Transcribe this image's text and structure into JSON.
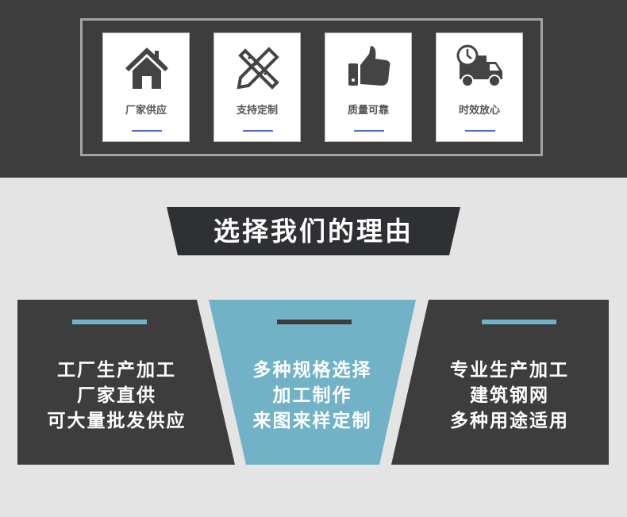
{
  "features": [
    {
      "icon": "house-icon",
      "label": "厂家供应"
    },
    {
      "icon": "ruler-pencil-icon",
      "label": "支持定制"
    },
    {
      "icon": "thumbs-up-icon",
      "label": "质量可靠"
    },
    {
      "icon": "delivery-truck-clock-icon",
      "label": "时效放心"
    }
  ],
  "banner": {
    "title": "选择我们的理由"
  },
  "reasons": [
    {
      "lines": [
        "工厂生产加工",
        "厂家直供",
        "可大量批发供应"
      ]
    },
    {
      "lines": [
        "多种规格选择",
        "加工制作",
        "来图来样定制"
      ]
    },
    {
      "lines": [
        "专业生产加工",
        "建筑钢网",
        "多种用途适用"
      ]
    }
  ],
  "colors": {
    "dark": "#3d3d3d",
    "accent_blue": "#6fb3c8",
    "underline": "#4d6fc3"
  }
}
